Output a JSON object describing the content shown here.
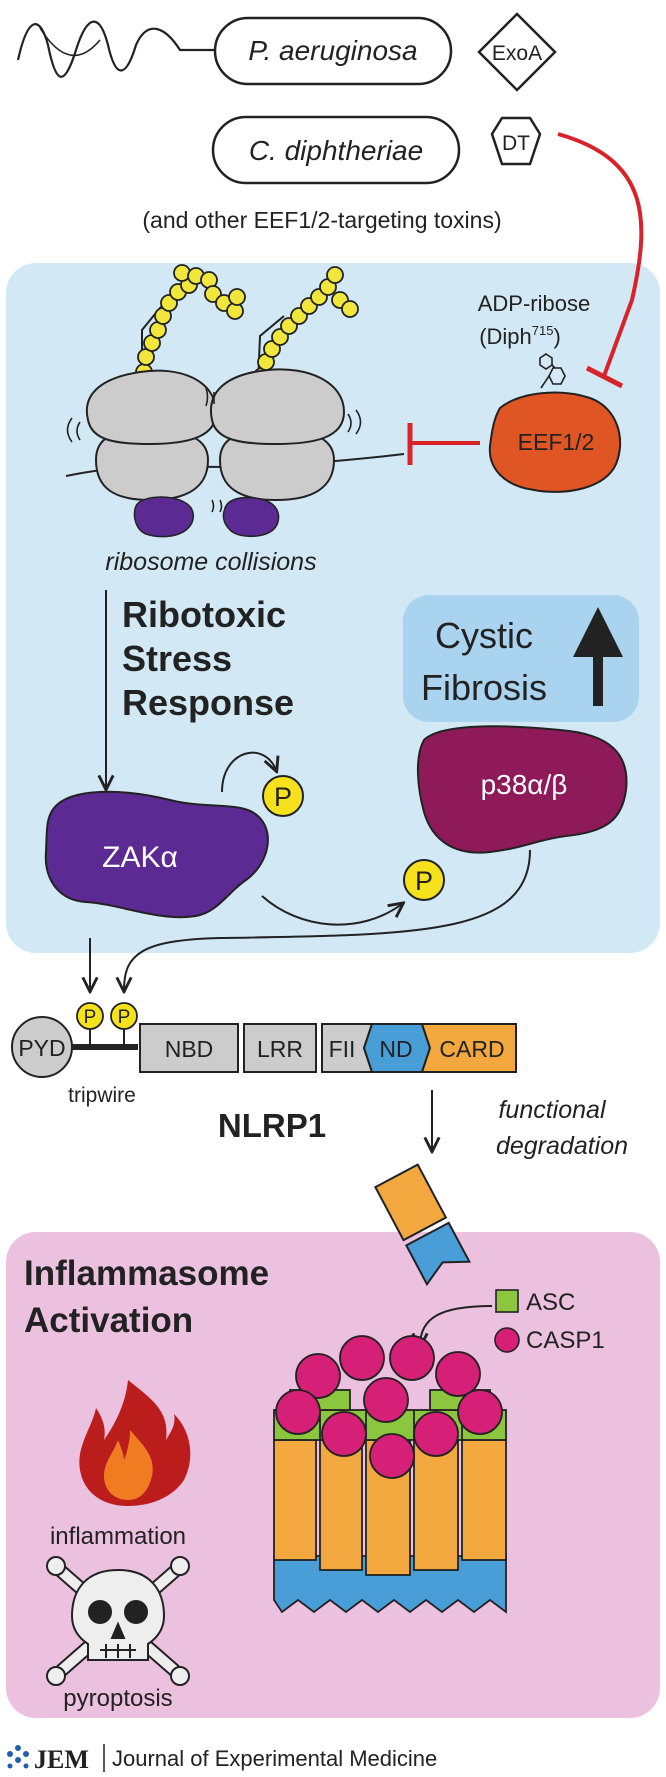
{
  "bacteria": [
    {
      "name": "P. aeruginosa",
      "toxin": "ExoA"
    },
    {
      "name": "C. diphtheriae",
      "toxin": "DT"
    }
  ],
  "other_toxins_note": "(and other EEF1/2-targeting toxins)",
  "adp_ribose_label": "ADP-ribose",
  "diph_label_prefix": "(Diph",
  "diph_sup": "715",
  "diph_label_suffix": ")",
  "eef_label": "EEF1/2",
  "ribosome_label": "ribosome collisions",
  "rsr_title": [
    "Ribotoxic",
    "Stress",
    "Response"
  ],
  "cf_label": [
    "Cystic",
    "Fibrosis"
  ],
  "zak_label": "ZAKα",
  "p38_label": "p38α/β",
  "phospho_label": "P",
  "nlrp1": {
    "title": "NLRP1",
    "tripwire": "tripwire",
    "domains": [
      "PYD",
      "NBD",
      "LRR",
      "FII",
      "ND",
      "CARD"
    ]
  },
  "degradation_label": [
    "functional",
    "degradation"
  ],
  "inflammasome_title": [
    "Inflammasome",
    "Activation"
  ],
  "legend": [
    "ASC",
    "CASP1"
  ],
  "inflammation_label": "inflammation",
  "pyroptosis_label": "pyroptosis",
  "journal": {
    "logo": "JEM",
    "name": "Journal of Experimental Medicine"
  },
  "colors": {
    "blue_panel": "#d2e8f5",
    "pink_panel": "#ecc1df",
    "eef": "#e05524",
    "zak": "#5b2a93",
    "p38": "#8e1a5a",
    "phospho": "#f5e21c",
    "ribosome": "#cccccc",
    "orange": "#f2a83e",
    "nd_blue": "#4a9ed8",
    "asc": "#8cc63f",
    "casp1": "#d61f76",
    "inhibit_red": "#d8232a"
  }
}
